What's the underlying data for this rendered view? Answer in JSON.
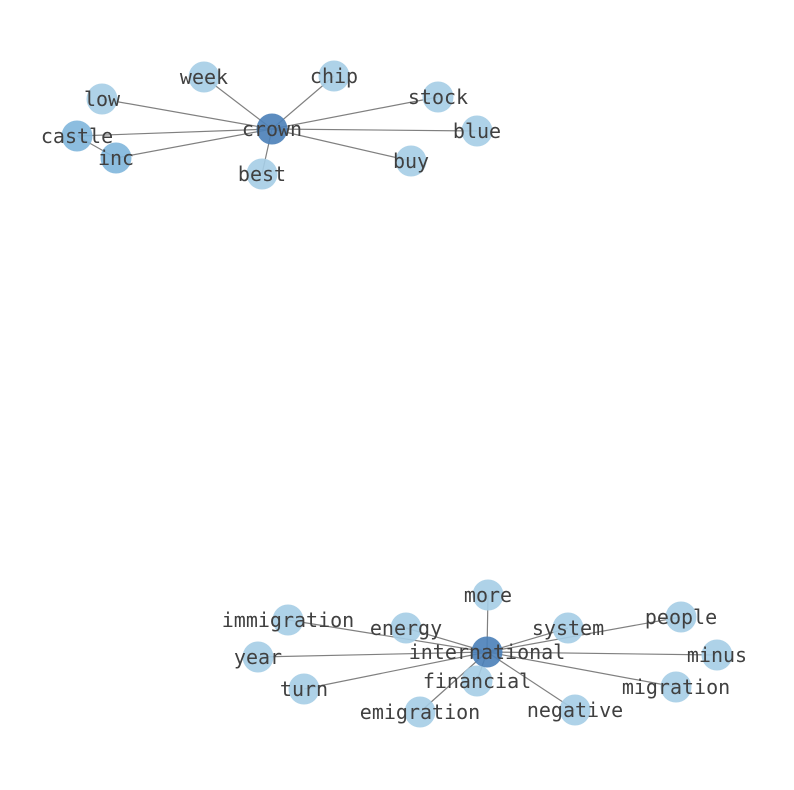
{
  "graphs": [
    {
      "hub": "crown",
      "nodes": [
        {
          "id": "crown",
          "label": "crown",
          "color": "#4a80b8"
        },
        {
          "id": "week",
          "label": "week",
          "color": "#a5cde6"
        },
        {
          "id": "chip",
          "label": "chip",
          "color": "#a5cde6"
        },
        {
          "id": "low",
          "label": "low",
          "color": "#a5cde6"
        },
        {
          "id": "stock",
          "label": "stock",
          "color": "#a5cde6"
        },
        {
          "id": "castle",
          "label": "castle",
          "color": "#7fb6dc"
        },
        {
          "id": "blue",
          "label": "blue",
          "color": "#a5cde6"
        },
        {
          "id": "inc",
          "label": "inc",
          "color": "#7fb6dc"
        },
        {
          "id": "buy",
          "label": "buy",
          "color": "#a5cde6"
        },
        {
          "id": "best",
          "label": "best",
          "color": "#a5cde6"
        }
      ],
      "edges": [
        [
          "crown",
          "week"
        ],
        [
          "crown",
          "chip"
        ],
        [
          "crown",
          "low"
        ],
        [
          "crown",
          "stock"
        ],
        [
          "crown",
          "castle"
        ],
        [
          "crown",
          "blue"
        ],
        [
          "crown",
          "inc"
        ],
        [
          "crown",
          "buy"
        ],
        [
          "crown",
          "best"
        ],
        [
          "castle",
          "inc"
        ]
      ]
    },
    {
      "hub": "international",
      "nodes": [
        {
          "id": "international",
          "label": "international",
          "color": "#4a80b8"
        },
        {
          "id": "more",
          "label": "more",
          "color": "#a5cde6"
        },
        {
          "id": "immigration",
          "label": "immigration",
          "color": "#a5cde6"
        },
        {
          "id": "energy",
          "label": "energy",
          "color": "#a5cde6"
        },
        {
          "id": "system",
          "label": "system",
          "color": "#a5cde6"
        },
        {
          "id": "people",
          "label": "people",
          "color": "#a5cde6"
        },
        {
          "id": "year",
          "label": "year",
          "color": "#a5cde6"
        },
        {
          "id": "minus",
          "label": "minus",
          "color": "#a5cde6"
        },
        {
          "id": "turn",
          "label": "turn",
          "color": "#a5cde6"
        },
        {
          "id": "financial",
          "label": "financial",
          "color": "#a5cde6"
        },
        {
          "id": "migration",
          "label": "migration",
          "color": "#a5cde6"
        },
        {
          "id": "emigration",
          "label": "emigration",
          "color": "#a5cde6"
        },
        {
          "id": "negative",
          "label": "negative",
          "color": "#a5cde6"
        }
      ],
      "edges": [
        [
          "international",
          "more"
        ],
        [
          "international",
          "immigration"
        ],
        [
          "international",
          "energy"
        ],
        [
          "international",
          "system"
        ],
        [
          "international",
          "people"
        ],
        [
          "international",
          "year"
        ],
        [
          "international",
          "minus"
        ],
        [
          "international",
          "turn"
        ],
        [
          "international",
          "financial"
        ],
        [
          "international",
          "migration"
        ],
        [
          "international",
          "emigration"
        ],
        [
          "international",
          "negative"
        ]
      ]
    }
  ]
}
